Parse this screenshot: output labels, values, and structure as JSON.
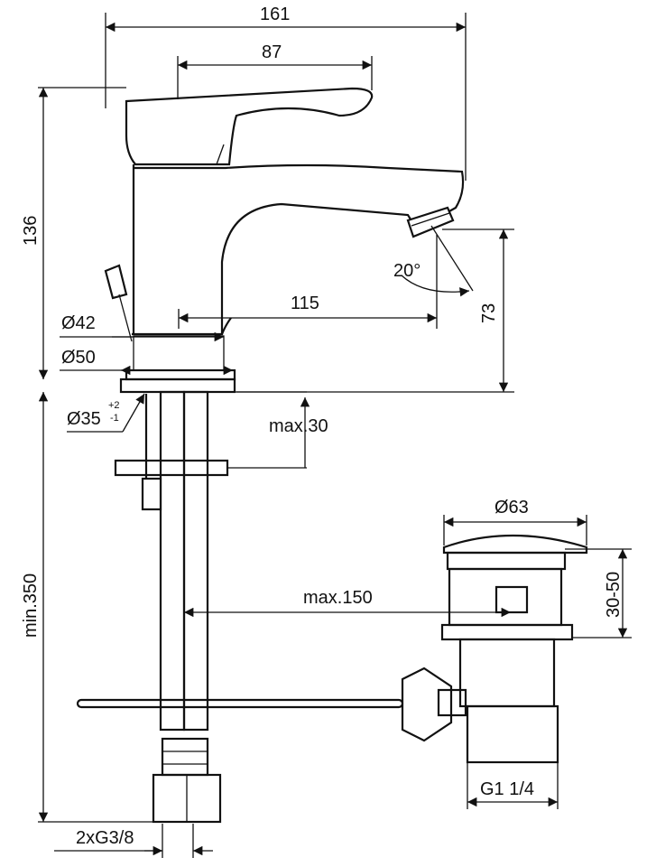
{
  "dimensions": {
    "total_width": "161",
    "lever_length": "87",
    "height": "136",
    "spout_reach": "115",
    "spout_clearance": "73",
    "spray_angle": "20°",
    "base_diameter_42": "Ø42",
    "base_diameter_50": "Ø50",
    "hole_diameter": "Ø35",
    "hole_tol_plus": "+2",
    "hole_tol_minus": "-1",
    "deck_thickness": "max.30",
    "hose_length": "min.350",
    "rod_length": "max.150",
    "waste_diameter": "Ø63",
    "waste_range": "30-50",
    "waste_thread": "G1 1/4",
    "hose_thread": "2xG3/8"
  }
}
